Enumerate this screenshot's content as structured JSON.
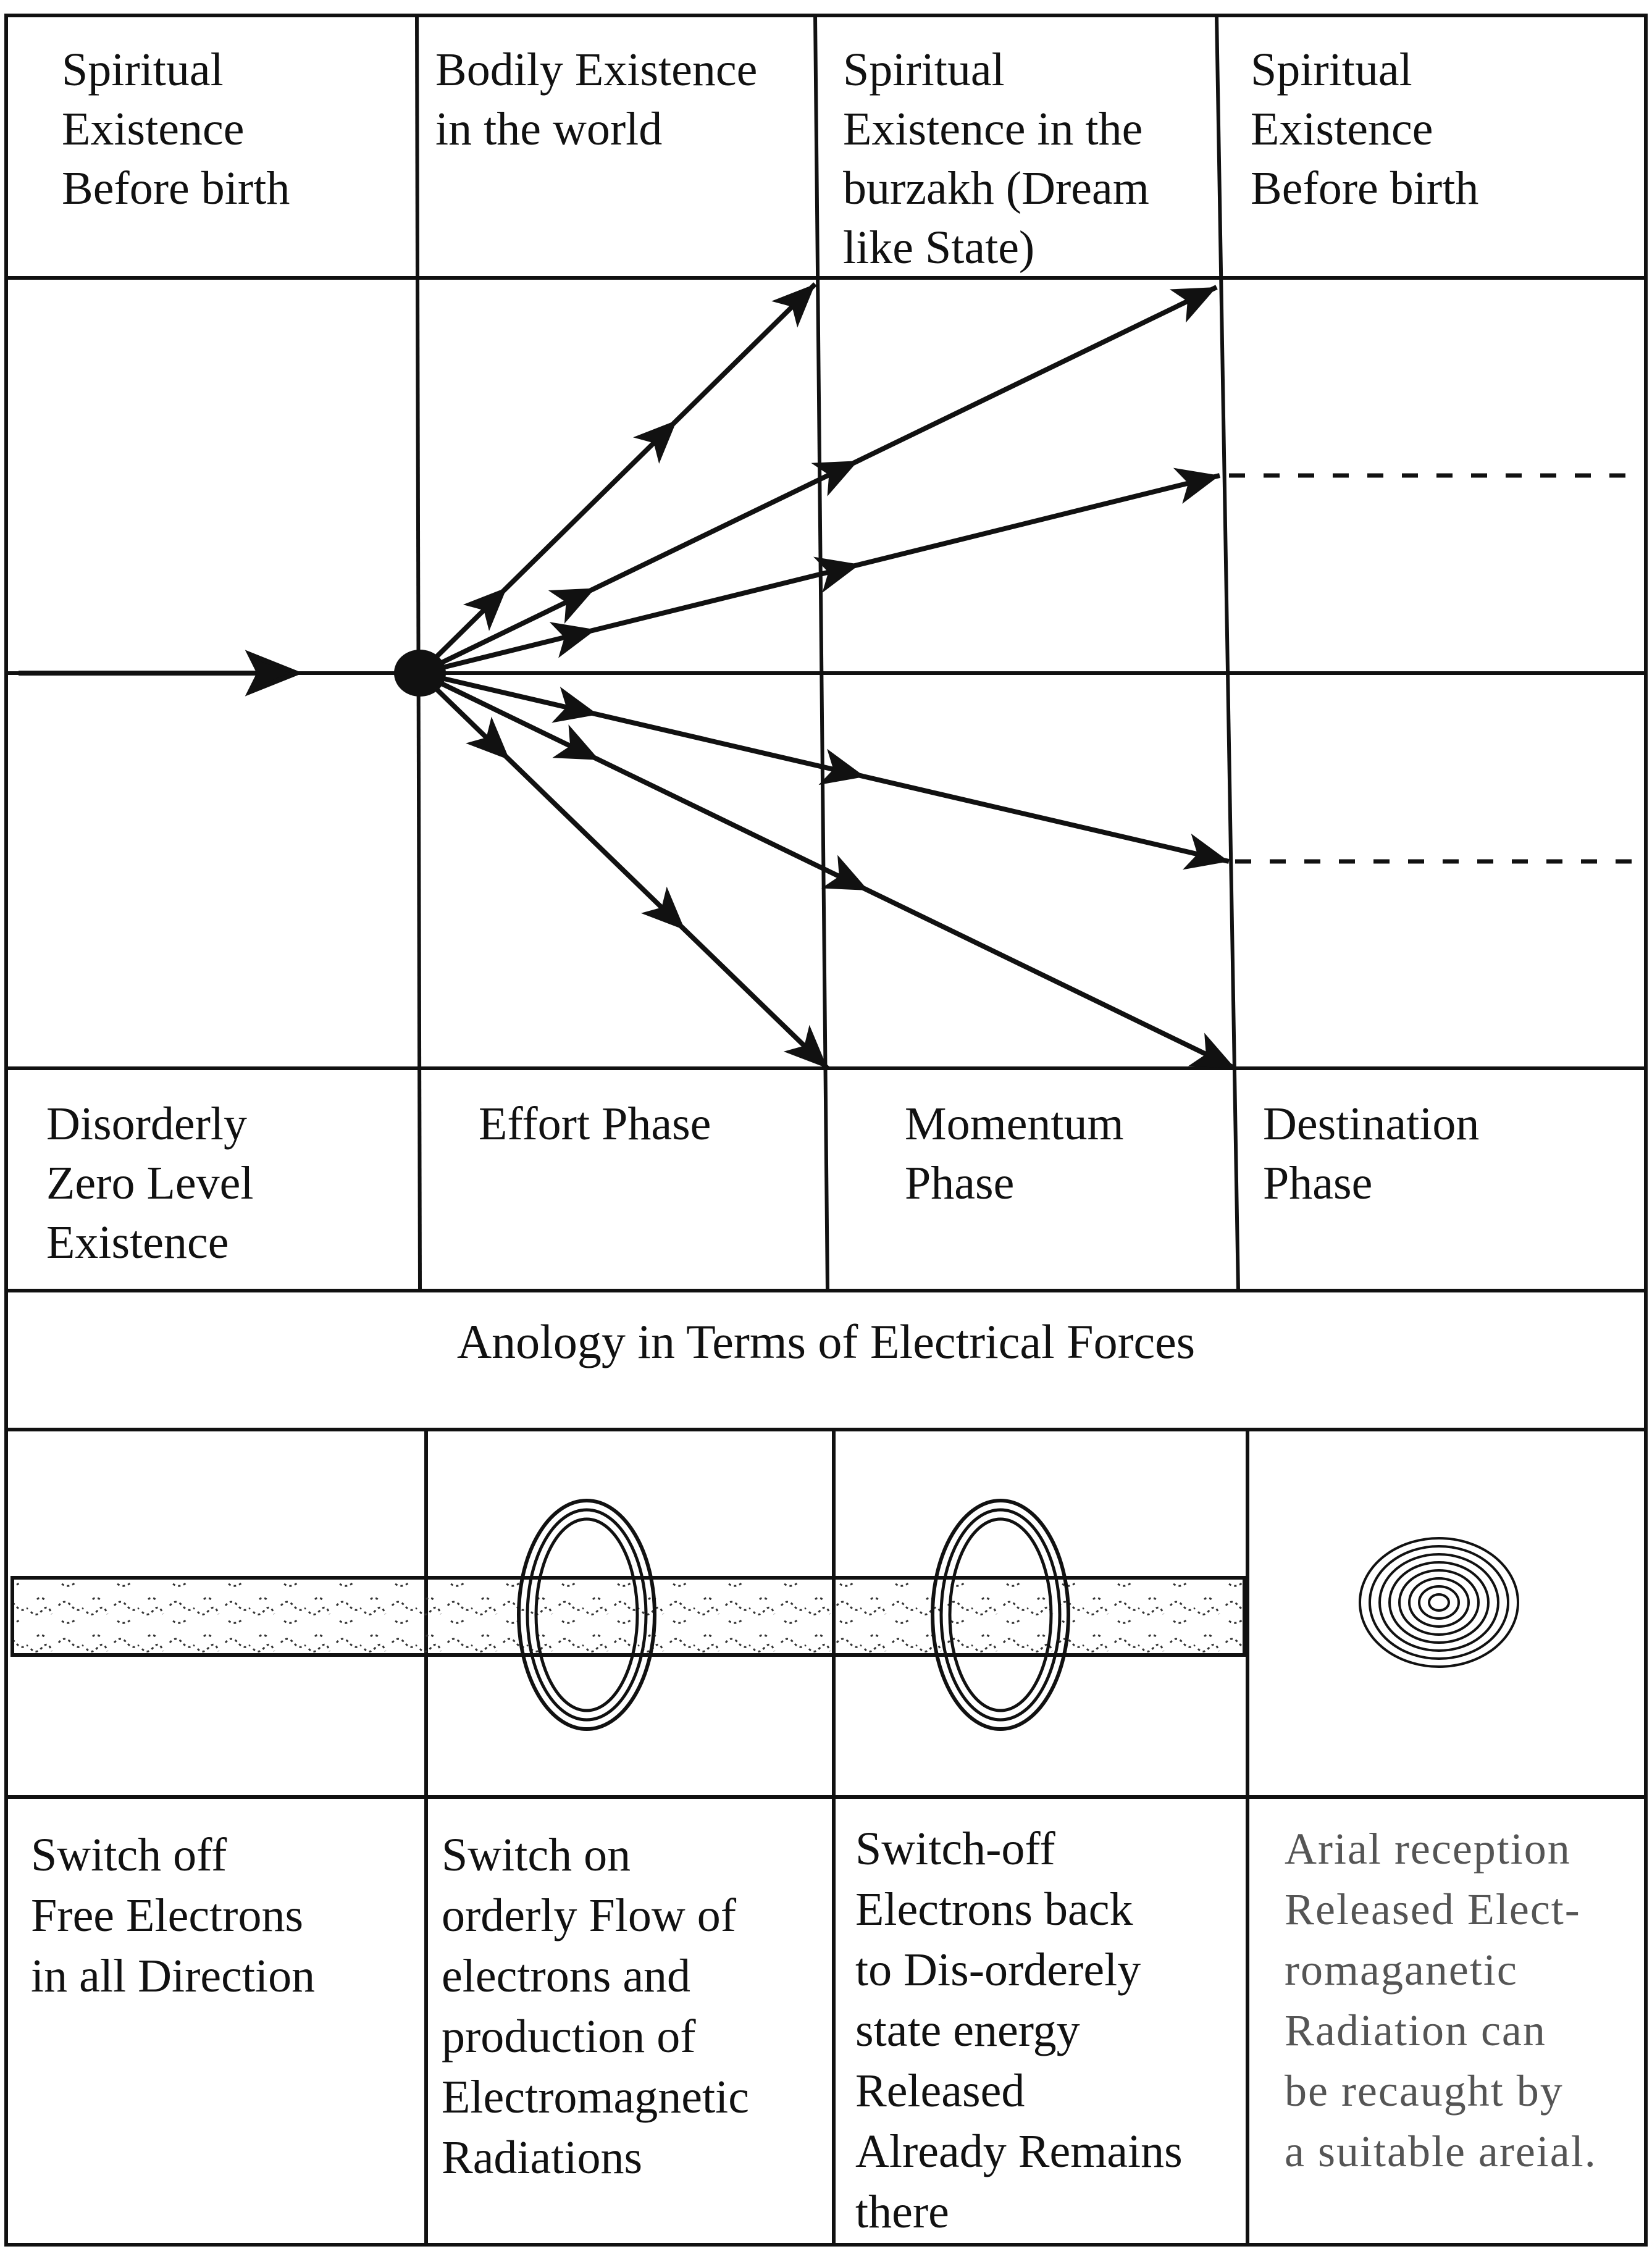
{
  "top_headers": [
    [
      "Spiritual",
      "Existence",
      "Before birth"
    ],
    [
      "Bodily Existence",
      "in the world"
    ],
    [
      "Spiritual",
      "Existence in the",
      "burzakh (Dream",
      "like State)"
    ],
    [
      "Spiritual",
      "Existence",
      "Before birth"
    ]
  ],
  "phases": [
    [
      "Disorderly",
      "Zero Level",
      "Existence"
    ],
    [
      "Effort Phase"
    ],
    [
      "Momentum",
      "Phase"
    ],
    [
      "Destination",
      "Phase"
    ]
  ],
  "analogy_title": "Anology in Terms of Electrical Forces",
  "analogy_captions": [
    [
      "Switch off",
      "Free Electrons",
      "in all Direction"
    ],
    [
      "Switch on",
      "orderly Flow of",
      "electrons and",
      "production of",
      "Electromagnetic",
      "Radiations"
    ],
    [
      "Switch-off",
      "Electrons back",
      "to Dis-orderely",
      "state energy",
      "Released",
      "Already Remains",
      "there"
    ],
    [
      "Arial reception",
      "Released Elect-",
      "romaganetic",
      "Radiation can",
      "be recaught by",
      "a suitable areial."
    ]
  ],
  "colors": {
    "ink": "#111111",
    "paper": "#ffffff",
    "faded_ink": "#555555"
  }
}
